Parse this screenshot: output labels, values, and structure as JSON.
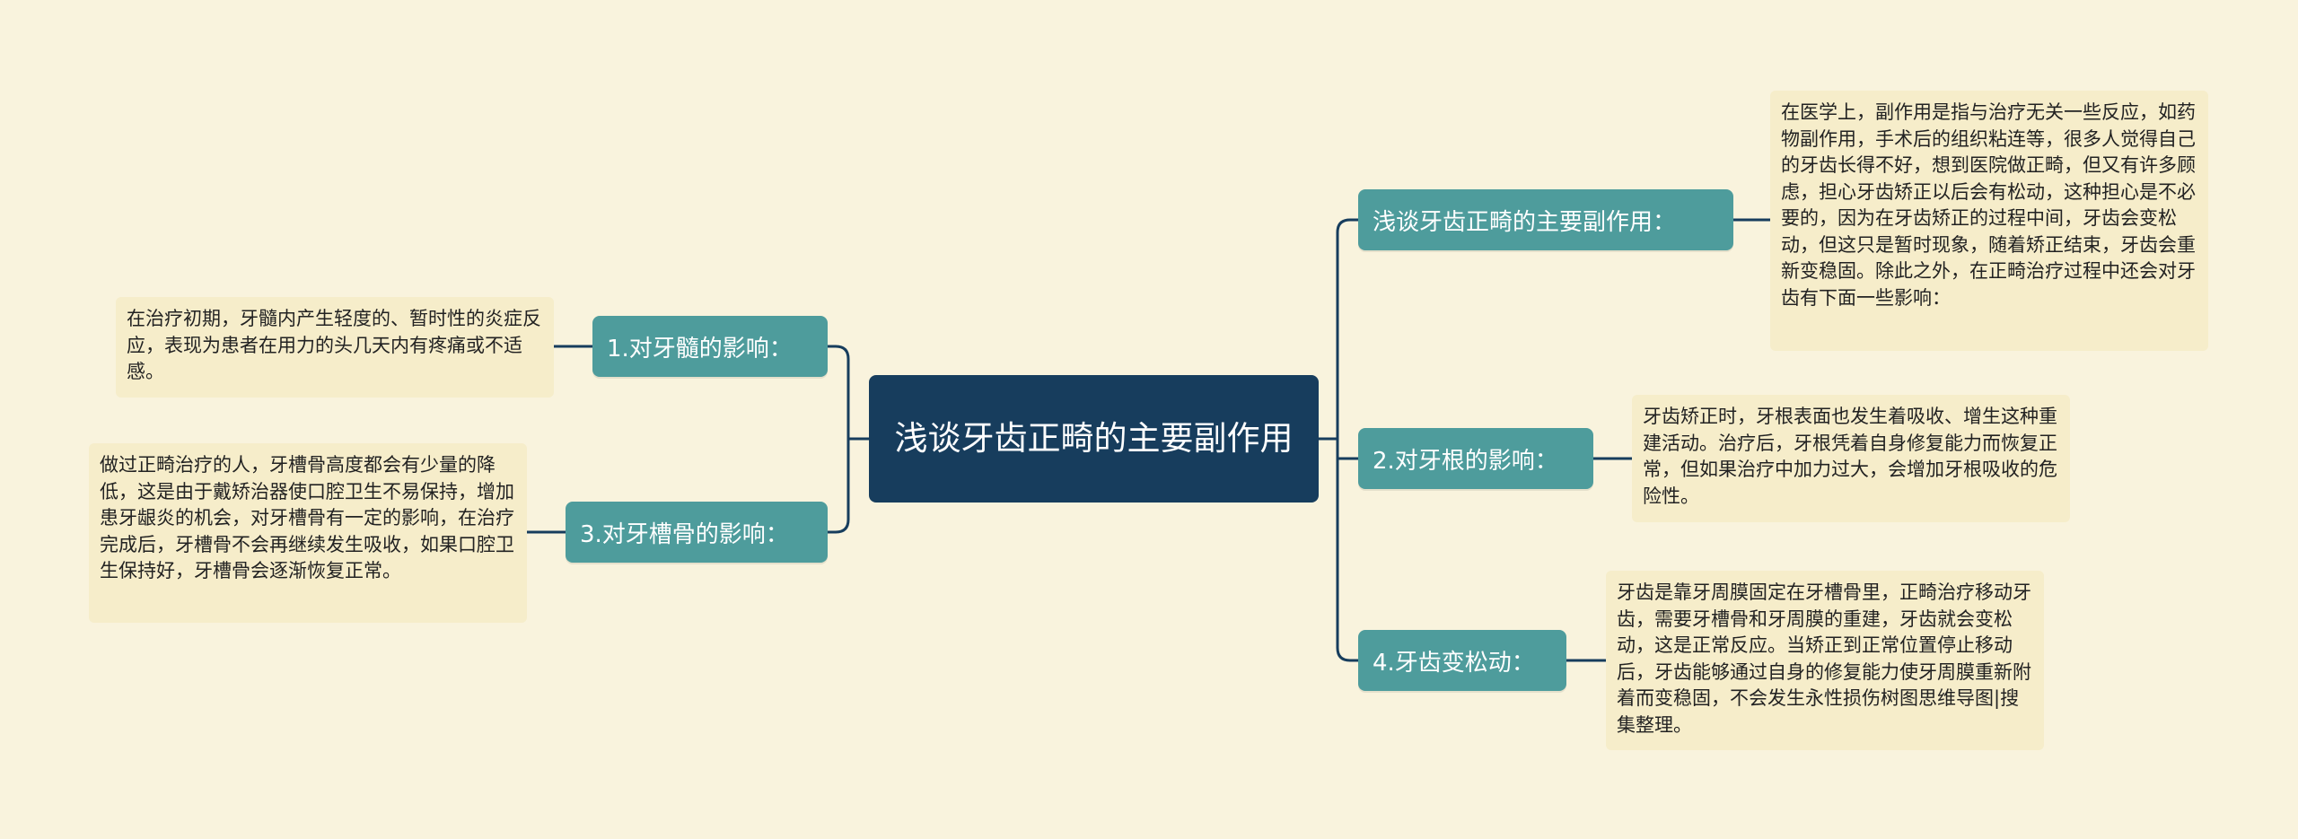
{
  "central": "浅谈牙齿正畸的主要副作用",
  "branches": [
    {
      "label": "浅谈牙齿正畸的主要副作用：",
      "detail": "在医学上，副作用是指与治疗无关一些反应，如药物副作用，手术后的组织粘连等，很多人觉得自己的牙齿长得不好，想到医院做正畸，但又有许多顾虑，担心牙齿矫正以后会有松动，这种担心是不必要的，因为在牙齿矫正的过程中间，牙齿会变松动，但这只是暂时现象，随着矫正结束，牙齿会重新变稳固。除此之外，在正畸治疗过程中还会对牙齿有下面一些影响："
    },
    {
      "label": "2.对牙根的影响：",
      "detail": "牙齿矫正时，牙根表面也发生着吸收、增生这种重建活动。治疗后，牙根凭着自身修复能力而恢复正常，但如果治疗中加力过大，会增加牙根吸收的危险性。"
    },
    {
      "label": "4.牙齿变松动：",
      "detail": "牙齿是靠牙周膜固定在牙槽骨里，正畸治疗移动牙齿，需要牙槽骨和牙周膜的重建，牙齿就会变松动，这是正常反应。当矫正到正常位置停止移动后，牙齿能够通过自身的修复能力使牙周膜重新附着而变稳固，不会发生永性损伤树图思维导图|搜集整理。"
    },
    {
      "label": "1.对牙髓的影响：",
      "detail": "在治疗初期，牙髓内产生轻度的、暂时性的炎症反应，表现为患者在用力的头几天内有疼痛或不适感。"
    },
    {
      "label": "3.对牙槽骨的影响：",
      "detail": "做过正畸治疗的人，牙槽骨高度都会有少量的降低，这是由于戴矫治器使口腔卫生不易保持，增加患牙龈炎的机会，对牙槽骨有一定的影响，在治疗完成后，牙槽骨不会再继续发生吸收，如果口腔卫生保持好，牙槽骨会逐渐恢复正常。"
    }
  ],
  "colors": {
    "background": "#f9f3dd",
    "central_fill": "#173d5d",
    "branch_fill": "#4e9c9c",
    "detail_fill": "#f6edca",
    "connector": "#173d5d"
  }
}
